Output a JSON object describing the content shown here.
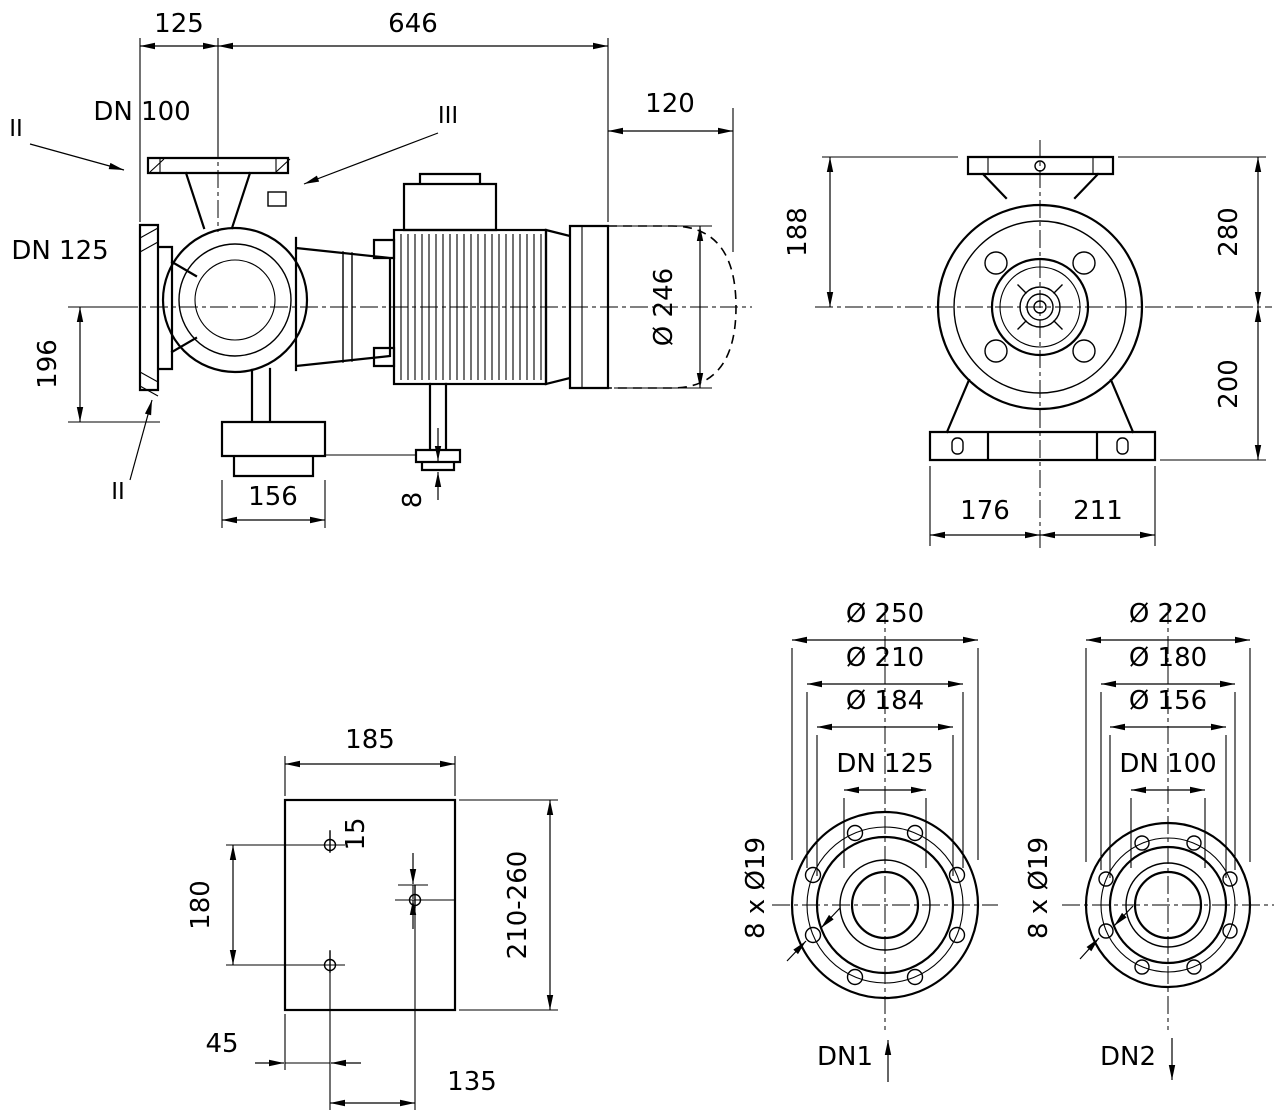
{
  "side": {
    "dim_125": "125",
    "dim_646": "646",
    "dim_120": "120",
    "label_dn100": "DN 100",
    "label_dn125": "DN 125",
    "dim_196": "196",
    "dim_156": "156",
    "dim_8": "8",
    "dim_dia246": "Ø 246",
    "section_ii_top": "II",
    "section_iii": "III",
    "section_ii_bottom": "II"
  },
  "front": {
    "dim_188": "188",
    "dim_280": "280",
    "dim_200": "200",
    "dim_176": "176",
    "dim_211": "211"
  },
  "base": {
    "dim_185": "185",
    "dim_180": "180",
    "dim_15": "15",
    "dim_range": "210-260",
    "dim_45": "45",
    "dim_135": "135"
  },
  "flange1": {
    "dia_outer": "Ø 250",
    "dia_bolt": "Ø 210",
    "dia_face": "Ø 184",
    "dn": "DN 125",
    "bolts": "8 x Ø19",
    "port": "DN1"
  },
  "flange2": {
    "dia_outer": "Ø 220",
    "dia_bolt": "Ø 180",
    "dia_face": "Ø 156",
    "dn": "DN 100",
    "bolts": "8 x Ø19",
    "port": "DN2"
  }
}
